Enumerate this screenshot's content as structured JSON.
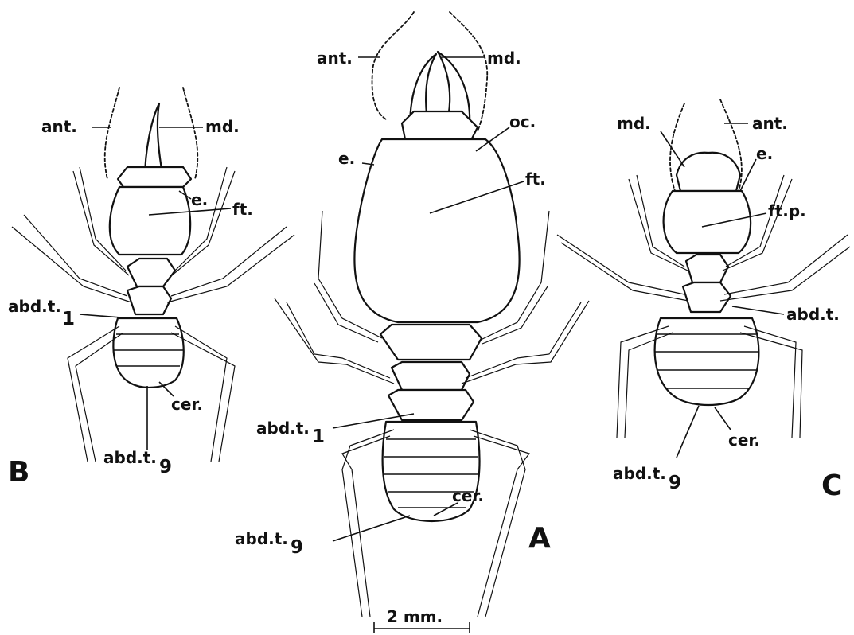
{
  "figure": {
    "specimen_A": {
      "letter": "A",
      "labels": {
        "ant": "ant.",
        "md": "md.",
        "oc": "oc.",
        "e": "e.",
        "ft": "ft.",
        "abdt1": "abd.t.",
        "abdt1_sub": "1",
        "abdt9": "abd.t.",
        "abdt9_sub": "9",
        "cer": "cer."
      }
    },
    "specimen_B": {
      "letter": "B",
      "labels": {
        "ant": "ant.",
        "md": "md.",
        "e": "e.",
        "ft": "ft.",
        "abdt1": "abd.t.",
        "abdt1_sub": "1",
        "abdt9": "abd.t.",
        "abdt9_sub": "9",
        "cer": "cer."
      }
    },
    "specimen_C": {
      "letter": "C",
      "labels": {
        "md": "md.",
        "ant": "ant.",
        "e": "e.",
        "ftp": "ft.p.",
        "abdt": "abd.t.",
        "abdt9": "abd.t.",
        "abdt9_sub": "9",
        "cer": "cer."
      }
    },
    "scale_bar": "2 mm."
  }
}
